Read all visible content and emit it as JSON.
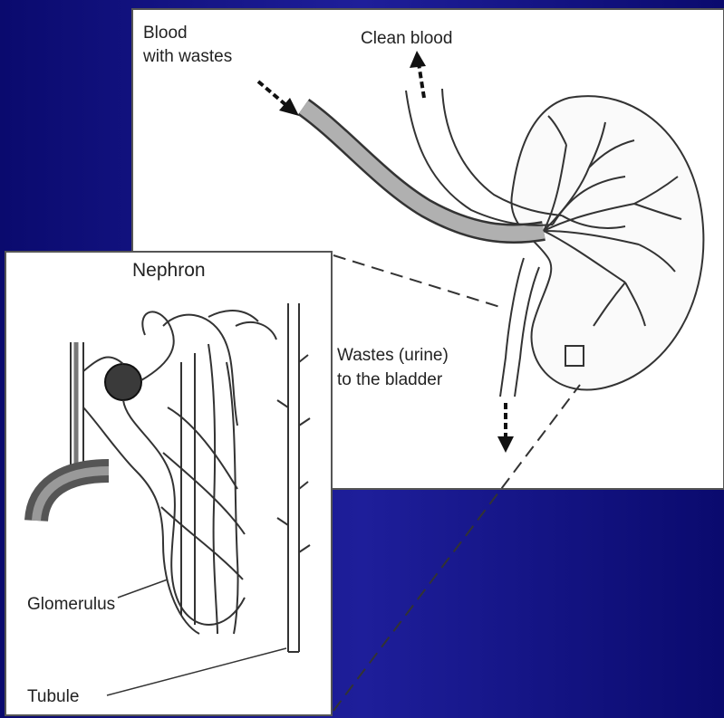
{
  "labels": {
    "blood_in_line1": "Blood",
    "blood_in_line2": "with wastes",
    "clean_blood": "Clean blood",
    "wastes_line1": "Wastes (urine)",
    "wastes_line2": "to the bladder",
    "nephron_title": "Nephron",
    "glomerulus": "Glomerulus",
    "tubule": "Tubule"
  },
  "colors": {
    "background": "#1a1a8c",
    "panel": "#ffffff",
    "ink": "#222222",
    "vessel_shade": "#a0a0a0"
  }
}
